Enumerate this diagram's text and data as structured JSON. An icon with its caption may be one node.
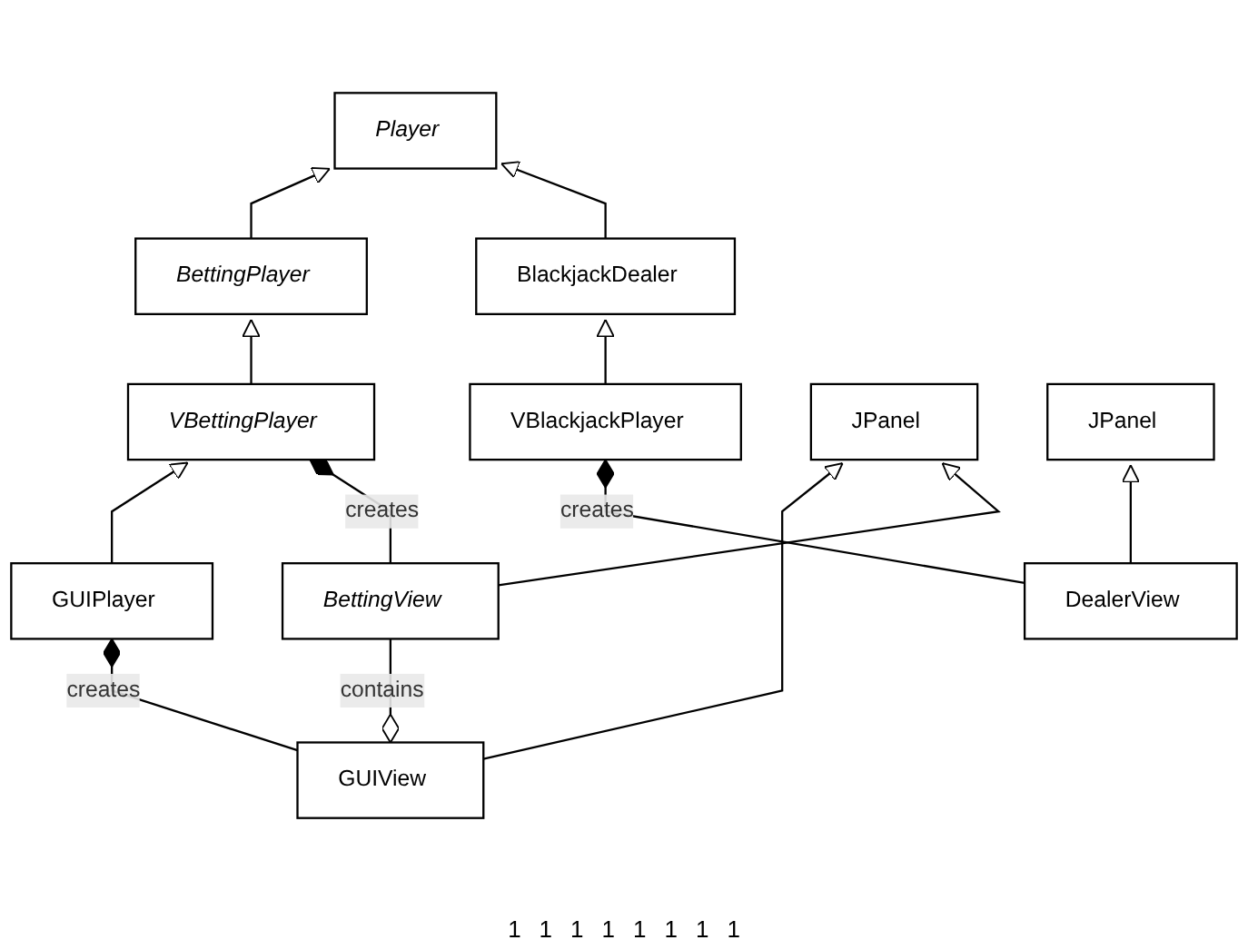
{
  "diagram": {
    "nodes": [
      {
        "text": [
          "Player"
        ]
      },
      {
        "text": [
          "BlackjackDealer"
        ]
      },
      {
        "text": [
          "BettingPlayer"
        ]
      },
      {
        "text": [
          "VBlackjackPlayer"
        ]
      },
      {
        "text": [
          "VBettingPlayer"
        ]
      },
      {
        "text": [
          "BettingView"
        ]
      },
      {
        "text": [
          "JPanel"
        ]
      },
      {
        "text": [
          "JPanel"
        ]
      },
      {
        "text": [
          "DealerView"
        ]
      },
      {
        "text": [
          "GUIPlayer"
        ]
      },
      {
        "text": [
          "GUIView"
        ]
      }
    ],
    "edges": [
      {
        "from": 1,
        "to": 0,
        "arrow": "to"
      },
      {
        "from": 2,
        "to": 0,
        "arrow": "to"
      },
      {
        "from": 3,
        "to": 1,
        "arrow": "to"
      },
      {
        "from": 4,
        "to": 2,
        "arrow": "to"
      },
      {
        "from": 5,
        "to": 6,
        "arrow": "to"
      },
      {
        "from": 5,
        "to": 4,
        "arrow": "other",
        "label": "creates"
      },
      {
        "from": 8,
        "to": 3,
        "arrow": "other",
        "label": "creates"
      },
      {
        "from": 10,
        "to": 5,
        "arrow": "other",
        "label": "contains"
      },
      {
        "from": 9,
        "to": 4,
        "arrow": "to"
      },
      {
        "from": 8,
        "to": 7,
        "arrow": "to"
      },
      {
        "from": 10,
        "to": 9,
        "arrow": "other",
        "label": "creates"
      },
      {
        "from": 10,
        "to": 6,
        "arrow": "to"
      }
    ],
    "labels": [
      "1",
      "1",
      "1",
      "1",
      "1",
      "1",
      "1",
      "1"
    ]
  }
}
